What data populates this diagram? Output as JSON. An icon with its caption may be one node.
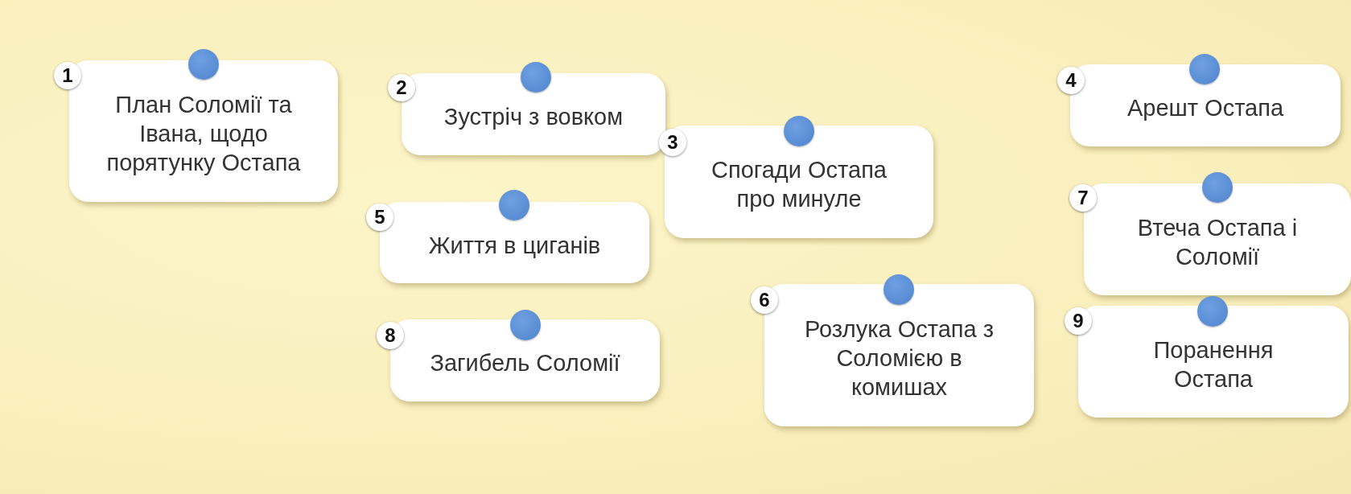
{
  "diagram": {
    "nodes": [
      {
        "text": [
          "1",
          "План Соломії та Івана, щодо порятунку Остапа"
        ]
      },
      {
        "text": [
          "2",
          "Зустріч з вовком"
        ]
      },
      {
        "text": [
          "3",
          "Спогади Остапа про минуле"
        ]
      },
      {
        "text": [
          "4",
          "Арешт Остапа"
        ]
      },
      {
        "text": [
          "5",
          "Життя в циганів"
        ]
      },
      {
        "text": [
          "6",
          "Розлука Остапа з Соломією в комишах"
        ]
      },
      {
        "text": [
          "7",
          "Втеча Остапа і Соломії"
        ]
      },
      {
        "text": [
          "8",
          "Загибель Соломії"
        ]
      },
      {
        "text": [
          "9",
          "Поранення Остапа"
        ]
      }
    ]
  }
}
